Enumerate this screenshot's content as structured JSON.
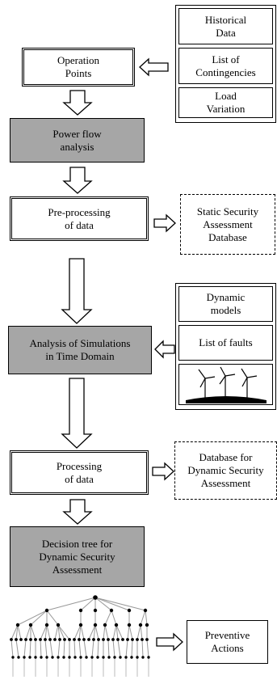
{
  "inputs_top": [
    "Historical\nData",
    "List of\nContingencies",
    "Load\nVariation"
  ],
  "operation_points": "Operation\nPoints",
  "power_flow": "Power flow\nanalysis",
  "preprocessing": "Pre-processing\nof data",
  "static_db": "Static Security\nAssessment\nDatabase",
  "inputs_mid": [
    "Dynamic\nmodels",
    "List of faults"
  ],
  "wind_turbines_icon": "wind-turbines-icon",
  "time_domain": "Analysis of Simulations\nin Time Domain",
  "processing": "Processing\nof data",
  "dynamic_db": "Database for\nDynamic Security\nAssessment",
  "decision_tree": "Decision tree for\nDynamic Security\nAssessment",
  "tree_icon": "decision-tree-icon",
  "preventive": "Preventive\nActions"
}
